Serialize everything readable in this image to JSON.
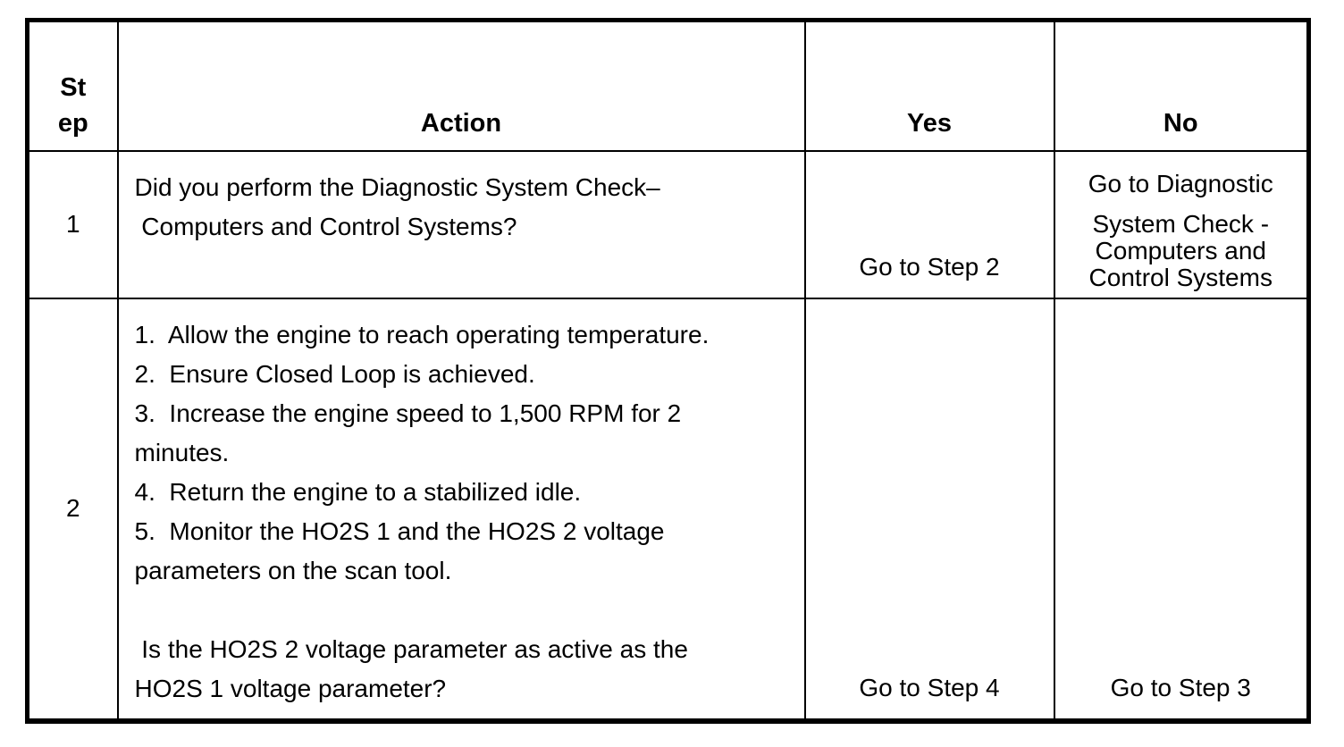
{
  "page": {
    "background_color": "#ffffff",
    "text_color": "#000000",
    "border_color": "#000000"
  },
  "table": {
    "headers": {
      "step": "St\nep",
      "action": "Action",
      "yes": "Yes",
      "no": "No"
    },
    "rows": [
      {
        "step": "1",
        "action": "Did you perform the Diagnostic System Check–\n Computers and Control Systems?",
        "yes": "Go to Step 2",
        "no": {
          "line1": "Go to Diagnostic",
          "rest": "System Check -\nComputers and\nControl Systems"
        }
      },
      {
        "step": "2",
        "action": "1.  Allow the engine to reach operating temperature.\n2.  Ensure Closed Loop is achieved.\n3.  Increase the engine speed to 1,500 RPM for 2\nminutes.\n4.  Return the engine to a stabilized idle.\n5.  Monitor the HO2S 1 and the HO2S 2 voltage\nparameters on the scan tool.\n\n Is the HO2S 2 voltage parameter as active as the\nHO2S 1 voltage parameter?",
        "yes": "Go to Step 4",
        "no": "Go to Step 3"
      }
    ]
  }
}
